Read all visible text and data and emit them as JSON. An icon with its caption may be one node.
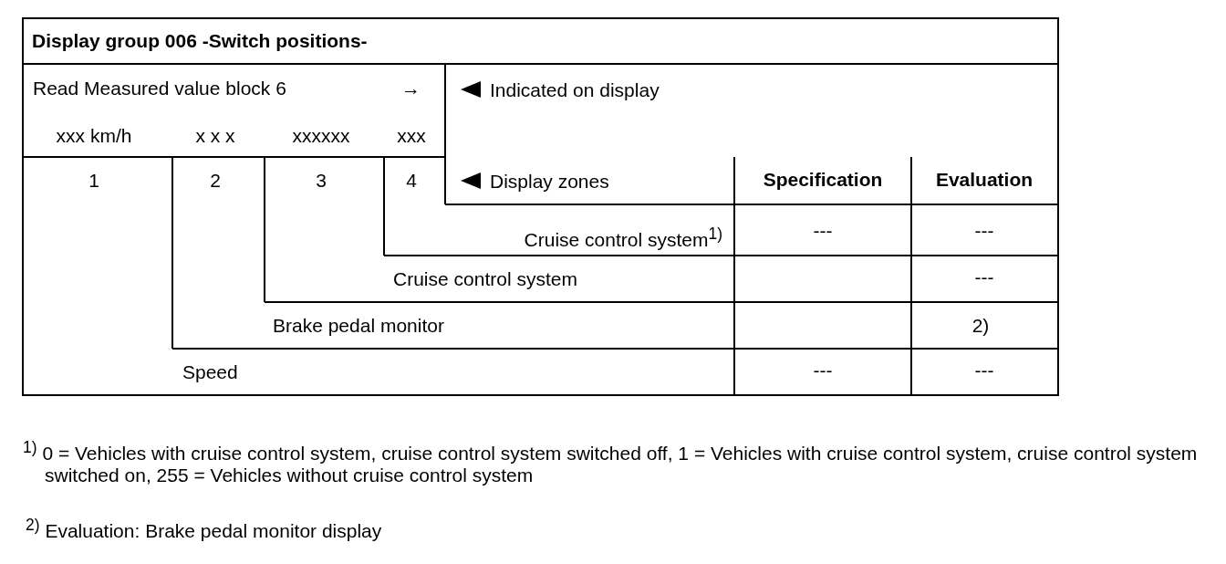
{
  "diagram": {
    "title": "Display group 006 -Switch positions-",
    "labels": [
      "Read Measured value block 6",
      "→",
      "Indicated on display",
      "xxx km/h",
      "x x x",
      "xxxxxx",
      "xxx",
      "1",
      "2",
      "3",
      "4",
      "Display zones",
      "Specification",
      "Evaluation",
      "Cruise control system$^{1)}$",
      "---",
      "---",
      "Cruise control system",
      "---",
      "Brake pedal monitor",
      "2)",
      "Speed",
      "---",
      "---",
      "$^{1)}$ 0 = Vehicles with cruise control system, cruise control system switched off, 1 = Vehicles with cruise control system, cruise control system switched on, 255 = Vehicles without cruise control system",
      "$^{2)}$ Evaluation: Brake pedal monitor display"
    ]
  }
}
